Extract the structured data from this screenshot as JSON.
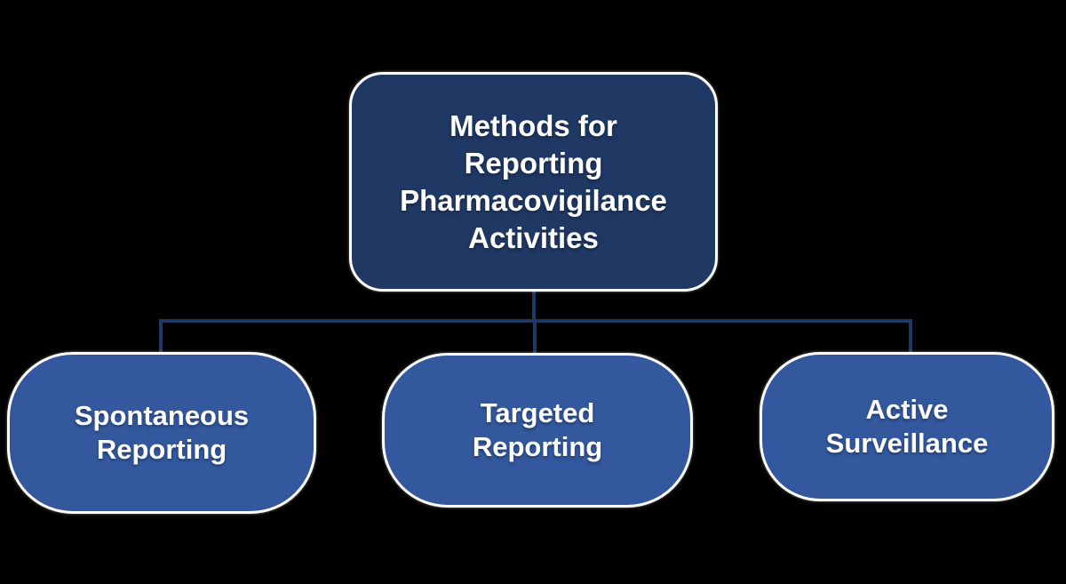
{
  "diagram": {
    "title_node": {
      "label": "Methods for\nReporting\nPharmacovigilance\nActivities",
      "fill": "#1F3864"
    },
    "child_nodes": [
      {
        "id": "spontaneous-reporting",
        "label": "Spontaneous\nReporting",
        "fill": "#33589E"
      },
      {
        "id": "targeted-reporting",
        "label": "Targeted\nReporting",
        "fill": "#33589E"
      },
      {
        "id": "active-surveillance",
        "label": "Active\nSurveillance",
        "fill": "#33589E"
      }
    ],
    "colors": {
      "background": "#000000",
      "connector": "#1F3864",
      "node_border": "#FFFFFF",
      "text": "#FFFFFF"
    }
  }
}
